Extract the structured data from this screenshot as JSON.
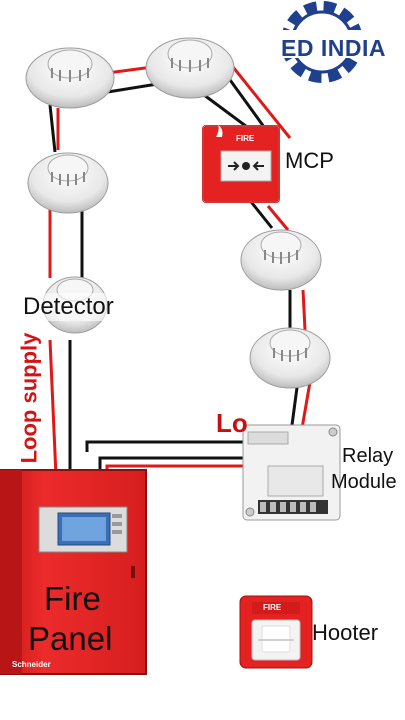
{
  "logo": {
    "text": "ED INDIA",
    "color": "#1f3f8f"
  },
  "labels": {
    "mcp": "MCP",
    "detector": "Detector",
    "loop_supply": "Loop supply",
    "loop_partial": "Lo",
    "relay_line1": "Relay",
    "relay_line2": "Module",
    "panel_line1": "Fire",
    "panel_line2": "Panel",
    "hooter": "Hooter"
  },
  "mcp_sign": "FIRE",
  "hooter_sign": "FIRE",
  "panel_brand": "Schneider",
  "colors": {
    "wire_positive": "#e01818",
    "wire_negative": "#111111",
    "panel_red": "#e02424",
    "logo_blue": "#1f3f8f"
  },
  "icons": [
    "gear-icon",
    "smoke-detector-icon",
    "manual-call-point-icon",
    "relay-module-icon",
    "fire-panel-icon",
    "hooter-icon"
  ]
}
